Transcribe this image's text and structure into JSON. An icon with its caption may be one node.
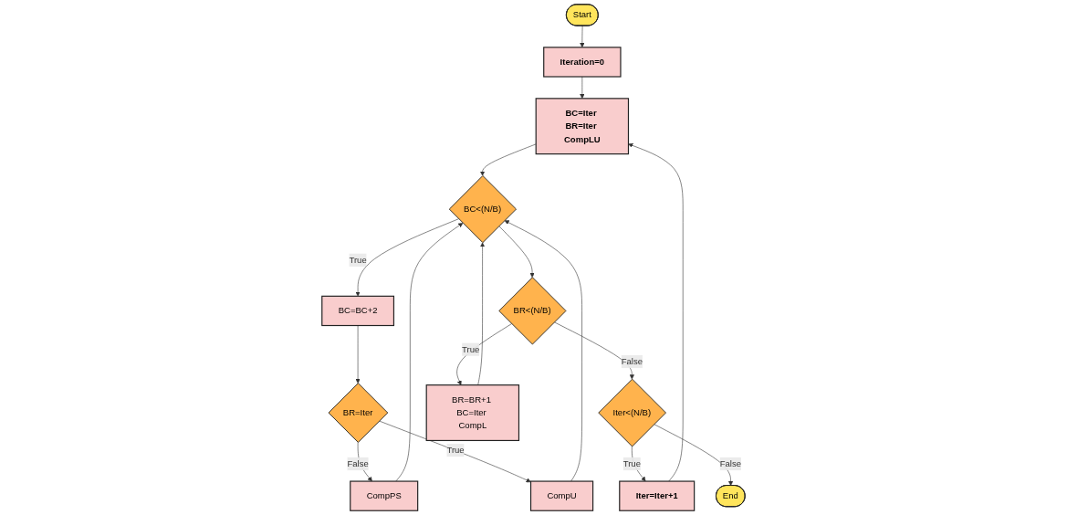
{
  "diagram": {
    "nodes": [
      {
        "text": [
          "Start"
        ]
      },
      {
        "text": [
          "Iteration=0"
        ]
      },
      {
        "text": [
          "BC=Iter BR=Iter CompLU"
        ]
      },
      {
        "text": [
          "BC<(N/B)"
        ]
      },
      {
        "text": [
          "BC=BC+2"
        ]
      },
      {
        "text": [
          "BR=Iter"
        ]
      },
      {
        "text": [
          "CompPS"
        ]
      },
      {
        "text": [
          "Iter=Iter+1"
        ]
      },
      {
        "text": [
          "Iter<(N/B)"
        ]
      },
      {
        "text": [
          "BR<(N/B)"
        ]
      },
      {
        "text": [
          "CompU"
        ]
      },
      {
        "text": [
          "End"
        ]
      },
      {
        "text": [
          "BR=BR+1 BC=Iter CompL"
        ]
      }
    ],
    "edges": [
      {
        "from": 0,
        "to": 1,
        "arrow": "to"
      },
      {
        "from": 1,
        "to": 2,
        "arrow": "to"
      },
      {
        "from": 2,
        "to": 3,
        "arrow": "to"
      },
      {
        "from": 3,
        "to": 4,
        "label": "True",
        "arrow": "to"
      },
      {
        "from": 4,
        "to": 5,
        "arrow": "to"
      },
      {
        "from": 5,
        "to": 6,
        "label": "False",
        "arrow": "to"
      },
      {
        "from": 5,
        "to": 10,
        "label": "True",
        "arrow": "to"
      },
      {
        "from": 6,
        "to": 3,
        "arrow": "to"
      },
      {
        "from": 10,
        "to": 3,
        "arrow": "to"
      },
      {
        "from": 3,
        "to": 9,
        "arrow": "to"
      },
      {
        "from": 9,
        "to": 12,
        "label": "True",
        "arrow": "to"
      },
      {
        "from": 9,
        "to": 8,
        "label": "False",
        "arrow": "to"
      },
      {
        "from": 12,
        "to": 3,
        "arrow": "to"
      },
      {
        "from": 8,
        "to": 7,
        "label": "True",
        "arrow": "to"
      },
      {
        "from": 8,
        "to": 11,
        "label": "False",
        "arrow": "to"
      },
      {
        "from": 7,
        "to": 2,
        "arrow": "to"
      }
    ]
  }
}
